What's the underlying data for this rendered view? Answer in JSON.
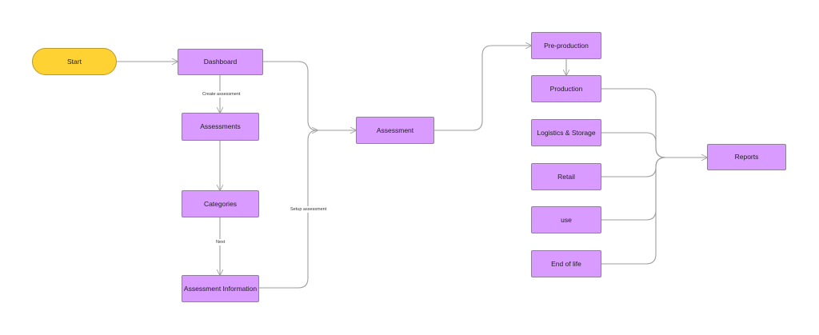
{
  "nodes": {
    "start": "Start",
    "dashboard": "Dashboard",
    "assessments": "Assessments",
    "categories": "Categories",
    "assessment_information": "Assessment Information",
    "assessment": "Assessment",
    "pre_production": "Pre-production",
    "production": "Production",
    "logistics_storage": "Logistics & Storage",
    "retail": "Retail",
    "use": "use",
    "end_of_life": "End of life",
    "reports": "Reports"
  },
  "edge_labels": {
    "create_assessment": "Create assessment",
    "next": "Next",
    "setup_assessment": "Setup assessment"
  },
  "colors": {
    "start_fill": "#ffd233",
    "node_fill": "#d99bff",
    "connector": "#9e9e9e"
  }
}
